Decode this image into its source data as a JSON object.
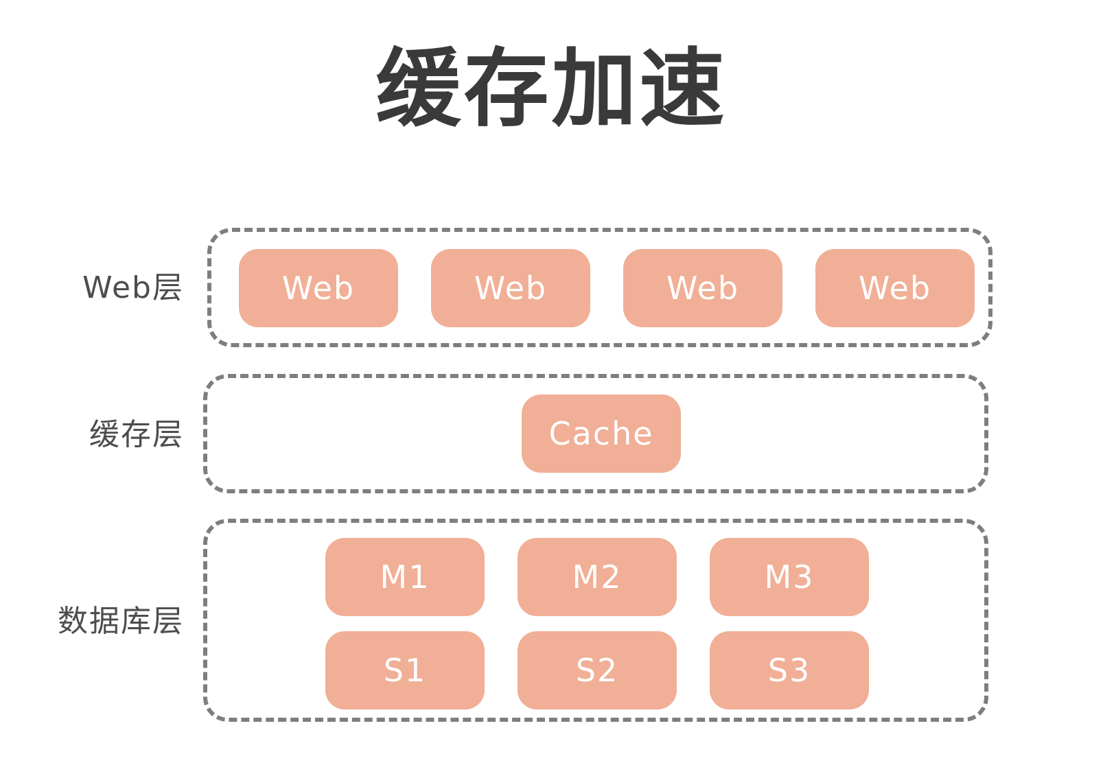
{
  "title": "缓存加速",
  "layers": {
    "web": {
      "label": "Web层",
      "nodes": [
        "Web",
        "Web",
        "Web",
        "Web"
      ]
    },
    "cache": {
      "label": "缓存层",
      "nodes": [
        "Cache"
      ]
    },
    "database": {
      "label": "数据库层",
      "masters": [
        "M1",
        "M2",
        "M3"
      ],
      "slaves": [
        "S1",
        "S2",
        "S3"
      ]
    }
  },
  "colors": {
    "node_fill": "#f0af96",
    "node_text": "#ffffff",
    "border": "#7e7e7e",
    "title": "#3a3a3a",
    "label": "#4d4d4d"
  }
}
